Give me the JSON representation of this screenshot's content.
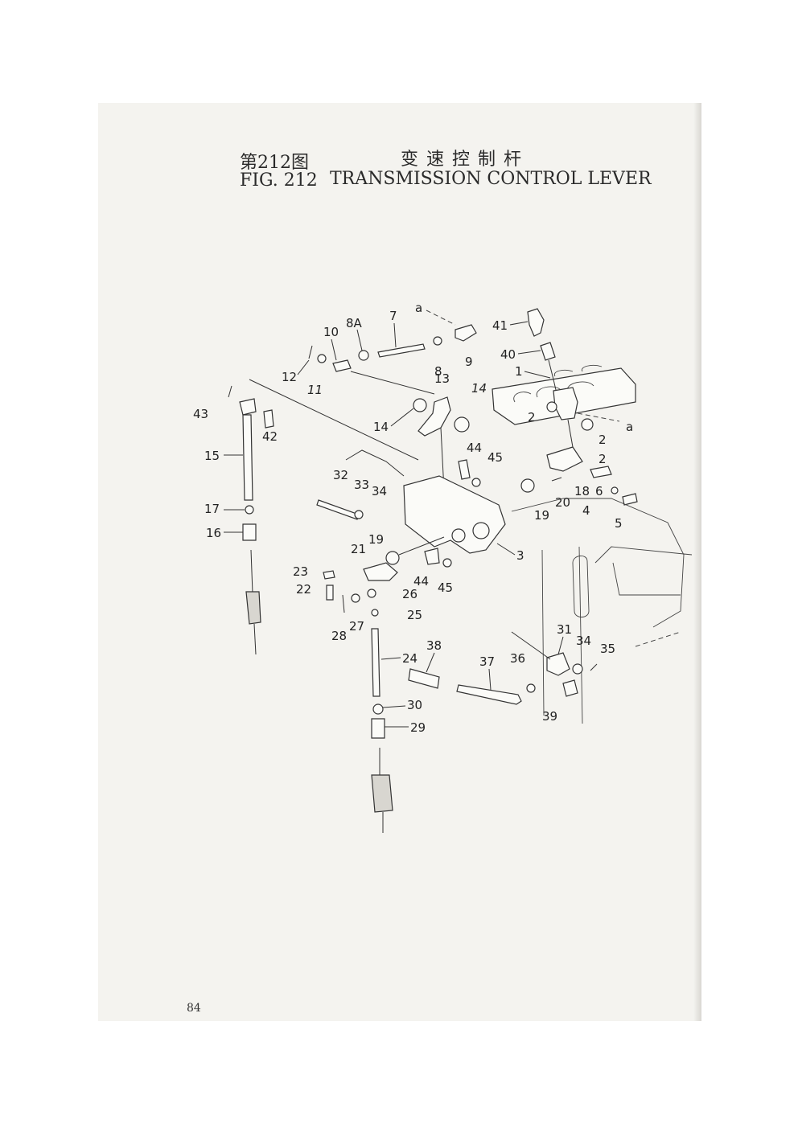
{
  "title": {
    "cn_fig": "第212图",
    "cn_name": "变速控制杆",
    "en_fig": "FIG. 212",
    "en_name": "TRANSMISSION CONTROL LEVER"
  },
  "page_number": "84",
  "callouts": {
    "c1": "1",
    "c2a": "2",
    "c2b": "2",
    "c2c": "2",
    "c3": "3",
    "c4": "4",
    "c5": "5",
    "c6": "6",
    "c7": "7",
    "c8": "8",
    "c8a": "8A",
    "c9": "9",
    "c10": "10",
    "c11": "11",
    "c12": "12",
    "c13": "13",
    "c14a": "14",
    "c14b": "14",
    "c15": "15",
    "c16": "16",
    "c17": "17",
    "c18": "18",
    "c19a": "19",
    "c19b": "19",
    "c20": "20",
    "c21": "21",
    "c22": "22",
    "c23": "23",
    "c24": "24",
    "c25": "25",
    "c26": "26",
    "c27": "27",
    "c28": "28",
    "c29": "29",
    "c30": "30",
    "c31": "31",
    "c32": "32",
    "c33": "33",
    "c34a": "34",
    "c34b": "34",
    "c35": "35",
    "c36": "36",
    "c37": "37",
    "c38": "38",
    "c39": "39",
    "c40": "40",
    "c41": "41",
    "c42": "42",
    "c43": "43",
    "c44a": "44",
    "c44b": "44",
    "c45a": "45",
    "c45b": "45",
    "ca1": "a",
    "ca2": "a"
  }
}
